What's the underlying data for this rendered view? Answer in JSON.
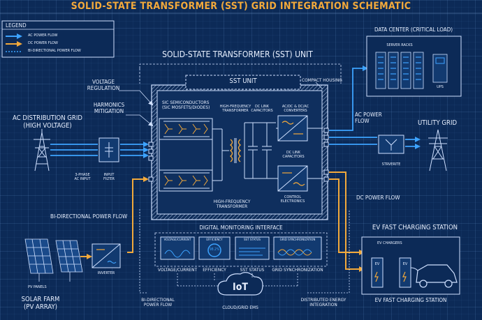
{
  "title": "SOLID-STATE TRANSFORMER (SST) GRID INTEGRATION SCHEMATIC",
  "legend": {
    "heading": "LEGEND",
    "items": [
      "AC POWER FLOW",
      "DC POWER FLOW",
      "BI-DIRECTIONAL POWER FLOW"
    ]
  },
  "colors": {
    "background": "#0c2a57",
    "ac_flow": "#3da3ff",
    "dc_flow": "#f2a93b",
    "title": "#f2a93b",
    "line": "#cfe0ff"
  },
  "sst": {
    "unit_title": "SOLID-STATE TRANSFORMER (SST) UNIT",
    "inner_label": "SST UNIT",
    "compact_housing": "COMPACT HOUSING",
    "voltage_regulation": [
      "VOLTAGE",
      "REGULATION"
    ],
    "harmonics_mitigation": [
      "HARMONICS",
      "MITIGATION"
    ],
    "sic": [
      "SIC SEMICONDUCTORS",
      "(SIC MOSFETS/DIODES)"
    ],
    "hf_transformer_top": [
      "HIGH-FREQUENCY",
      "TRANSFORMER"
    ],
    "dc_link_capacitors_top": [
      "DC LINK",
      "CAPACITORS"
    ],
    "converters": [
      "AC/DC & DC/AC",
      "CONVERTERS"
    ],
    "dc_link_capacitors": [
      "DC LINK",
      "CAPACITORS"
    ],
    "control_electronics": [
      "CONTROL",
      "ELECTRONICS"
    ],
    "hf_transformer_bottom": [
      "HIGH-FREQUENCY",
      "TRANSFORMER"
    ]
  },
  "ac_grid": {
    "label": [
      "AC DISTRIBUTION GRID",
      "(HIGH VOLTAGE)"
    ],
    "three_phase": [
      "3-PHASE",
      "AC INPUT"
    ],
    "input_filter": [
      "INPUT",
      "FILTER"
    ]
  },
  "data_center": {
    "title": "DATA CENTER (CRITICAL LOAD)",
    "server_racks": "SERVER RACKS",
    "ups": "UPS"
  },
  "ac_power_flow": [
    "AC POWER",
    "FLOW"
  ],
  "utility_grid": {
    "title": "UTILITY GRID",
    "switch_label": "STRVERITE"
  },
  "dc_power_flow": "DC POWER FLOW",
  "ev": {
    "title": "EV FAST CHARGING STATION",
    "chargers": "EV CHARGERS",
    "ev_label": "EV",
    "bottom": "EV FAST CHARGING STATION"
  },
  "solar": {
    "bidirectional": "BI-DIRECTIONAL POWER FLOW",
    "inverter": "INVERTER",
    "panels": "PV PANELS",
    "farm": [
      "SOLAR FARM",
      "(PV ARRAY)"
    ]
  },
  "monitoring": {
    "title": "DIGITAL MONITORING INTERFACE",
    "screens": [
      {
        "header": "VOLTAGE/CURRENT",
        "label": "VOLTAGE/CURRENT"
      },
      {
        "header": "EFFICIENCY",
        "label": "EFFICIENCY",
        "value": "98.2%"
      },
      {
        "header": "SST STATUS",
        "label": "SST STATUS"
      },
      {
        "header": "GRID SYNCHRONIZATION",
        "label": "GRID SYNCHRONIZATION"
      }
    ]
  },
  "iot": {
    "label": "IoT",
    "caption": "CLOUD/GRID EMS"
  },
  "bottom_left": [
    "BI-DIRECTIONAL",
    "POWER FLOW"
  ],
  "bottom_right": [
    "DISTRIBUTED ENERGY",
    "INTEGRATION"
  ]
}
